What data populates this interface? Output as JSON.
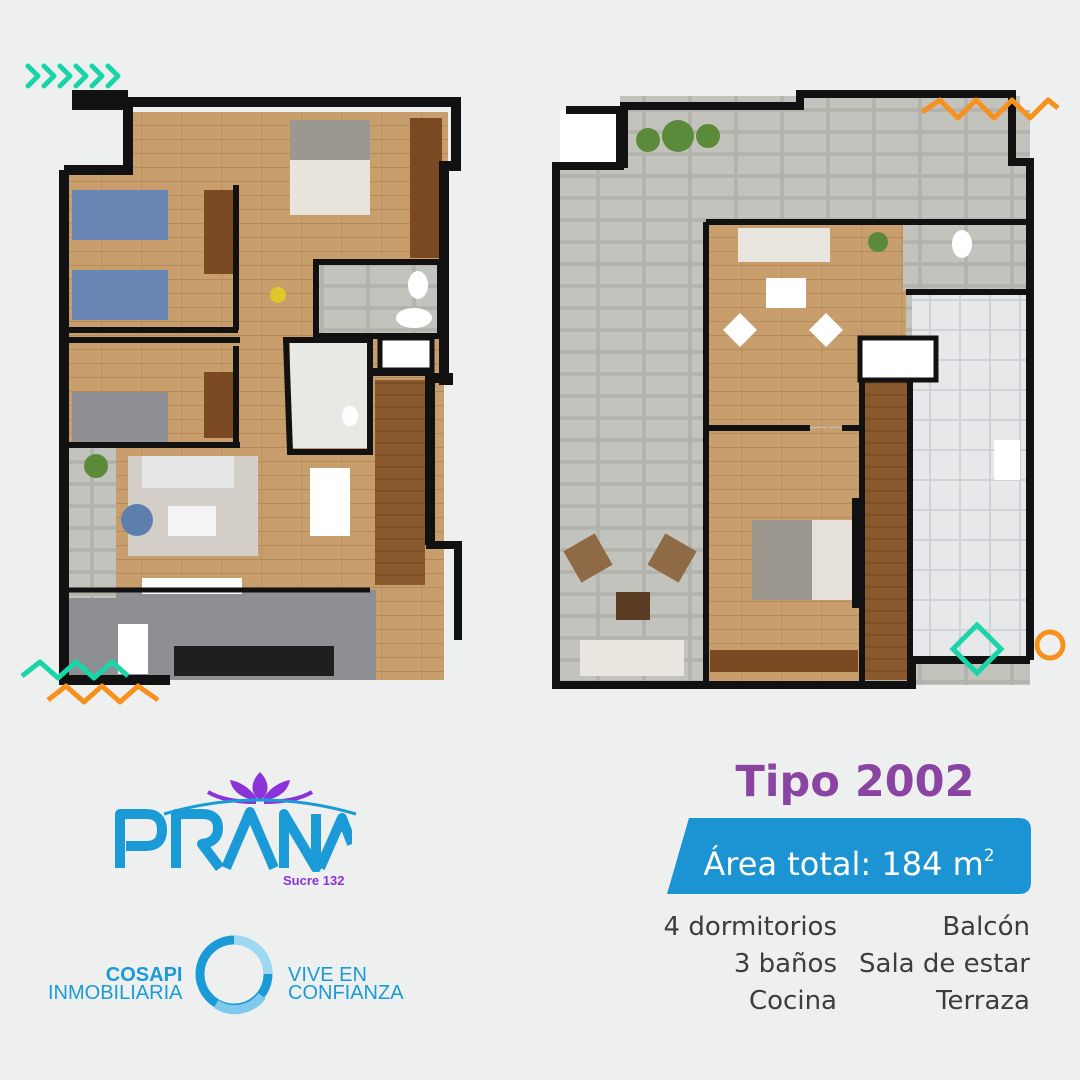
{
  "listing": {
    "type_title": "Tipo 2002",
    "area_label": "Área total: 184 m",
    "area_superscript": "2",
    "features_left": [
      "4 dormitorios",
      "3 baños",
      "Cocina"
    ],
    "features_right": [
      "Balcón",
      "Sala de estar",
      "Terraza"
    ]
  },
  "brand": {
    "project_name": "PRANA",
    "project_address": "Sucre 132",
    "developer_name": "COSAPI",
    "developer_division": "INMOBILIARIA",
    "slogan_line1": "VIVE EN",
    "slogan_line2": "CONFIANZA"
  },
  "colors": {
    "background": "#eef0ef",
    "title_purple": "#8a45a3",
    "badge_blue": "#1c93d3",
    "prana_blue": "#1a9bd7",
    "prana_purple": "#8b33d8",
    "accent_teal": "#19d6a8",
    "accent_orange": "#f7911e",
    "wood_floor": "#c89e6c",
    "wall": "#111111",
    "tile_floor": "#b8b8b3"
  },
  "icons": {
    "logo": "lotus-icon",
    "developer_mark": "ring-icon",
    "decor": [
      "chevrons-decoration",
      "zigzag-decoration",
      "diamond-decoration",
      "circle-decoration"
    ]
  }
}
